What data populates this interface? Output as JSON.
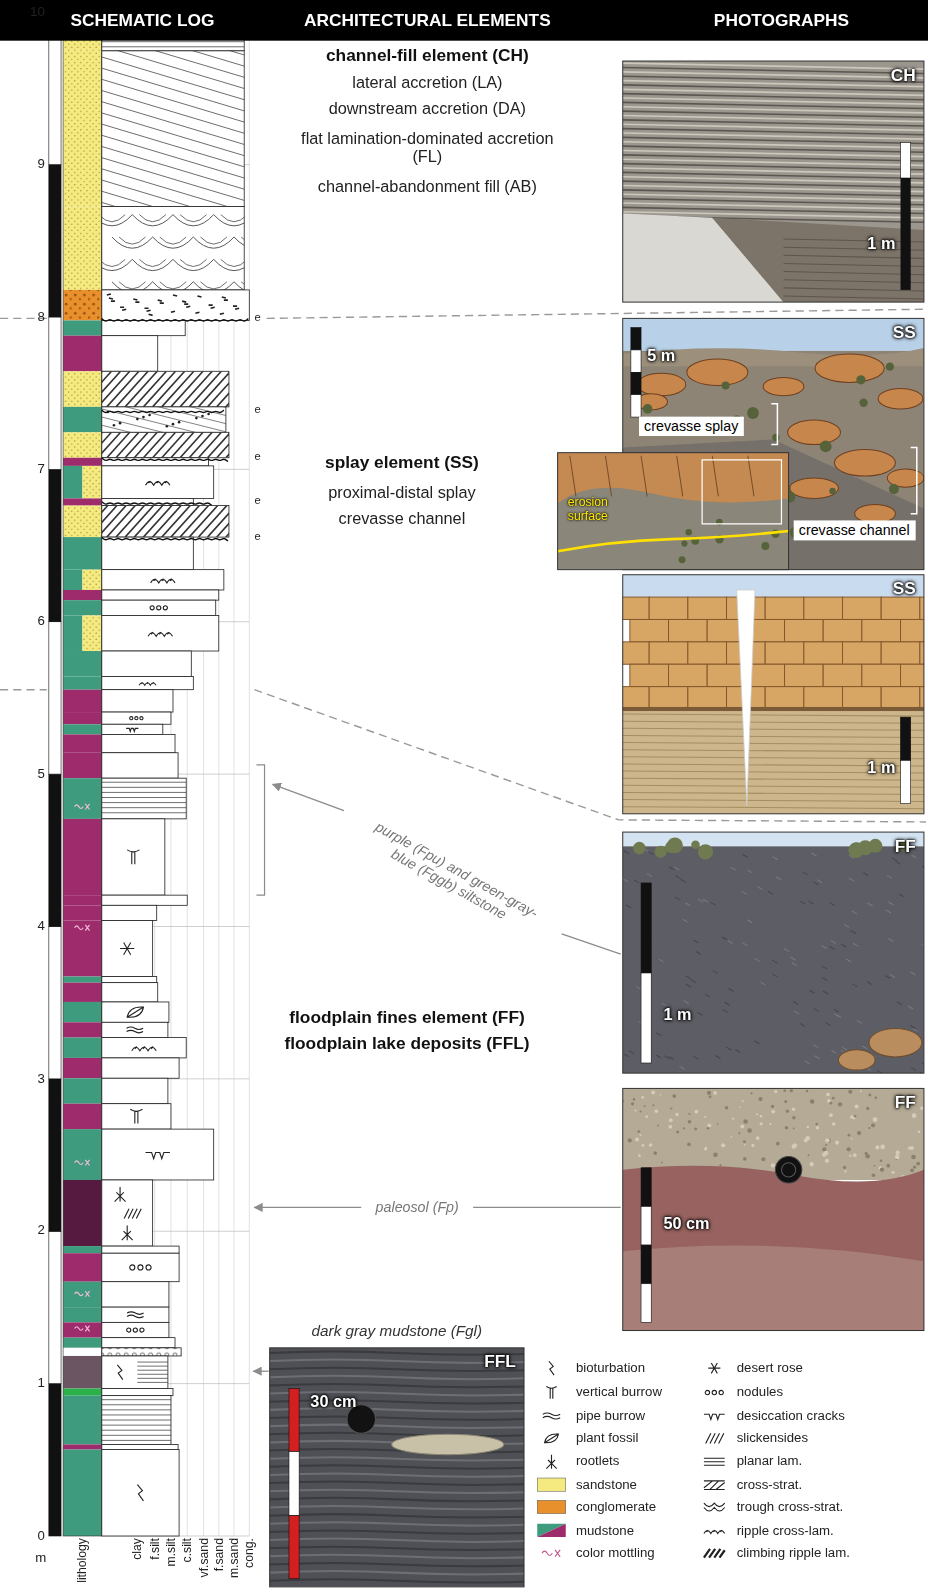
{
  "diagram": {
    "nodes": [
      {
        "text": [
          "SCHEMATIC LOG",
          "ARCHITECTURAL ELEMENTS",
          "PHOTOGRAPHS"
        ]
      },
      {
        "text": [
          "CH",
          "1 m"
        ]
      },
      {
        "text": [
          "SS",
          "5 m",
          "crevasse splay",
          "crevasse channel"
        ]
      },
      {
        "text": [
          "erosion surface"
        ]
      },
      {
        "text": [
          "SS",
          "1 m"
        ]
      },
      {
        "text": [
          "FF",
          "1 m"
        ]
      },
      {
        "text": [
          "FF",
          "50 cm"
        ]
      },
      {
        "text": [
          "FFL",
          "30 cm"
        ]
      }
    ],
    "labels": [
      "10",
      "9",
      "8",
      "7",
      "6",
      "5",
      "4",
      "3",
      "2",
      "1",
      "0",
      "m",
      "lithology",
      "clay",
      "f.silt",
      "m.silt",
      "c.silt",
      "vf.sand",
      "f.sand",
      "m.sand",
      "cong.",
      "e",
      "e",
      "e",
      "e",
      "e",
      "channel-fill element (CH)",
      "lateral accretion (LA)",
      "downstream accretion (DA)",
      "flat lamination-dominated accretion (FL)",
      "channel-abandonment fill (AB)",
      "splay element (SS)",
      "proximal-distal splay",
      "crevasse channel",
      "floodplain fines element (FF)",
      "floodplain lake deposits (FFL)",
      "purple (Fpu) and green-gray-blue (Fggb) siltstone",
      "paleosol (Fp)",
      "dark gray mudstone (Fgl)"
    ],
    "legend": [
      {
        "text": "bioturbation"
      },
      {
        "text": "vertical burrow"
      },
      {
        "text": "pipe burrow"
      },
      {
        "text": "plant fossil"
      },
      {
        "text": "rootlets"
      },
      {
        "text": "sandstone",
        "color": "#f5ea7f"
      },
      {
        "text": "conglomerate",
        "color": "#e8902c"
      },
      {
        "text": "mudstone"
      },
      {
        "text": "color mottling"
      },
      {
        "text": "desert rose"
      },
      {
        "text": "nodules"
      },
      {
        "text": "desiccation cracks"
      },
      {
        "text": "slickensides"
      },
      {
        "text": "planar lam."
      },
      {
        "text": "cross-strat."
      },
      {
        "text": "trough cross-strat."
      },
      {
        "text": "ripple cross-lam."
      },
      {
        "text": "climbing ripple lam."
      }
    ]
  }
}
